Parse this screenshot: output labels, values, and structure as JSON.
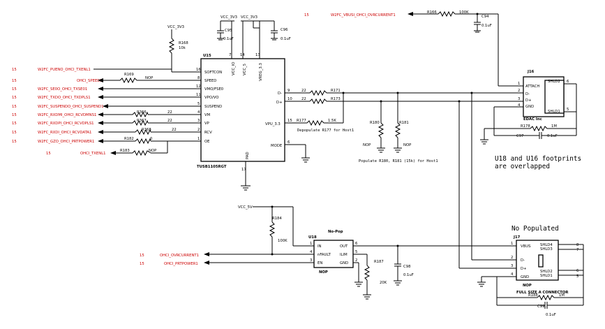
{
  "sheet_ref": "15",
  "u15": {
    "ref": "U15",
    "part": "TUSB1105RGT",
    "pins_left": [
      {
        "num": "16",
        "name": "SOFTCON"
      },
      {
        "num": "8",
        "name": "SPEED"
      },
      {
        "num": "12",
        "name": "VMO/FSE0"
      },
      {
        "num": "11",
        "name": "VPO/VO"
      },
      {
        "num": "5",
        "name": "SUSPEND"
      },
      {
        "num": "4",
        "name": "VM"
      },
      {
        "num": "3",
        "name": "VP"
      },
      {
        "num": "2",
        "name": "RCV"
      },
      {
        "num": "1",
        "name": "OE"
      }
    ],
    "pins_right": [
      {
        "num": "9",
        "name": "D-"
      },
      {
        "num": "10",
        "name": "D+"
      },
      {
        "num": "15",
        "name": "VPU_3.3"
      },
      {
        "num": "6",
        "name": "MODE"
      }
    ],
    "pins_top": [
      {
        "num": "7",
        "name": "VCC_IO"
      },
      {
        "num": "14",
        "name": "VCC_5"
      },
      {
        "num": "13",
        "name": "VREG_3.3"
      }
    ],
    "pins_bottom": [
      {
        "num": "17",
        "name": "PAD"
      }
    ]
  },
  "nets_left": [
    {
      "ref": "15",
      "name": "W2FC_PUENO_OHCI_TXENL1"
    },
    {
      "ref": "15",
      "name": "OHCI_SPEED1"
    },
    {
      "ref": "15",
      "name": "W2FC_SE0O_OHCI_TXSE01"
    },
    {
      "ref": "15",
      "name": "W2FC_TXDO_OHCI_TXDPLS1"
    },
    {
      "ref": "15",
      "name": "W2FC_SUSPENDO_OHCI_SUSPEND1"
    },
    {
      "ref": "15",
      "name": "W2FC_RXDMI_OHCI_RCVDMNS1"
    },
    {
      "ref": "15",
      "name": "W2FC_RXDPI_OHCI_RCVDPLS1"
    },
    {
      "ref": "15",
      "name": "W2FC_RXDI_OHCI_RCVDATA1"
    },
    {
      "ref": "15",
      "name": "W2FC_GZO_OHCI_PRTPOWER1"
    },
    {
      "ref": "15",
      "name": "OHCI_TXENL1"
    }
  ],
  "resistors": {
    "R168": {
      "ref": "R168",
      "value": "10k"
    },
    "R169": {
      "ref": "R169",
      "value": "NOP"
    },
    "R366": {
      "ref": "R366",
      "value": "22"
    },
    "R367": {
      "ref": "R367",
      "value": "22"
    },
    "R368": {
      "ref": "R368",
      "value": "22"
    },
    "R182": {
      "ref": "R182",
      "value": "0"
    },
    "R183": {
      "ref": "R183",
      "value": "NOP"
    },
    "R171": {
      "ref": "R171",
      "value": "22"
    },
    "R173": {
      "ref": "R173",
      "value": "22"
    },
    "R177": {
      "ref": "R177",
      "value": "1.5K"
    },
    "R180": {
      "ref": "R180",
      "value": "NOP"
    },
    "R181": {
      "ref": "R181",
      "value": "NOP"
    },
    "R166": {
      "ref": "R166",
      "value": "100K"
    },
    "R178": {
      "ref": "R178",
      "value": "1M"
    },
    "R184": {
      "ref": "R184",
      "value": "100K"
    },
    "R187": {
      "ref": "R187",
      "value": "20K"
    },
    "R188": {
      "ref": "R188",
      "value": "1M"
    }
  },
  "caps": {
    "C95": {
      "ref": "C95",
      "value": "0.1uF"
    },
    "C96": {
      "ref": "C96",
      "value": "0.1uF"
    },
    "C94": {
      "ref": "C94",
      "value": "0.1uF"
    },
    "C97": {
      "ref": "C97",
      "value": "0.1uF"
    },
    "C98": {
      "ref": "C98",
      "value": "0.1uF"
    },
    "C99": {
      "ref": "C99",
      "value": "0.1uF"
    }
  },
  "power": {
    "vcc33": "VCC_3V3",
    "vcc5": "VCC_5V"
  },
  "overcurrent_net": {
    "ref": "15",
    "name": "W2FC_VBUSI_OHCI_OVRCURRENT1"
  },
  "j16": {
    "ref": "J16",
    "maker": "EDAC Inc",
    "pins": [
      {
        "num": "1",
        "name": "ATTACH"
      },
      {
        "num": "2",
        "name": "D-"
      },
      {
        "num": "3",
        "name": "D+"
      },
      {
        "num": "4",
        "name": "GND"
      }
    ],
    "shield": [
      {
        "num": "6",
        "name": "SHLD2"
      },
      {
        "num": "5",
        "name": "SHLD1"
      }
    ]
  },
  "notes": {
    "depop": "Depopulate R177 for Host1",
    "pop": "Populate R180, R181 (15k) for Host1",
    "overlap": [
      "U18 and U16 footprints",
      "are overlapped"
    ],
    "nopop": "No Populated",
    "nopop_u18": "No-Pop",
    "fullsize": "FULL SIZE A CONNECTOR"
  },
  "u18": {
    "ref": "U18",
    "value": "NOP",
    "pins_left": [
      {
        "num": "1",
        "name": "IN"
      },
      {
        "num": "4",
        "name": "nFAULT"
      },
      {
        "num": "3",
        "name": "EN"
      }
    ],
    "pins_right": [
      {
        "num": "6",
        "name": "OUT"
      },
      {
        "num": "5",
        "name": "ILIM"
      },
      {
        "num": "2",
        "name": "GND"
      }
    ]
  },
  "nets_u18": [
    {
      "ref": "15",
      "name": "OHCI_OVRCURRENT1"
    },
    {
      "ref": "15",
      "name": "OHCI_PRTPOWER1"
    }
  ],
  "j17": {
    "ref": "J17",
    "value": "NOP",
    "pins": [
      {
        "num": "1",
        "name": "VBUS"
      },
      {
        "num": "2",
        "name": "D-"
      },
      {
        "num": "3",
        "name": "D+"
      },
      {
        "num": "4",
        "name": "GND"
      }
    ],
    "shield_top": [
      {
        "num": "8",
        "name": "SHLD4"
      },
      {
        "num": "7",
        "name": "SHLD3"
      }
    ],
    "shield_bot": [
      {
        "num": "6",
        "name": "SHLD2"
      },
      {
        "num": "5",
        "name": "SHLD1"
      }
    ]
  }
}
